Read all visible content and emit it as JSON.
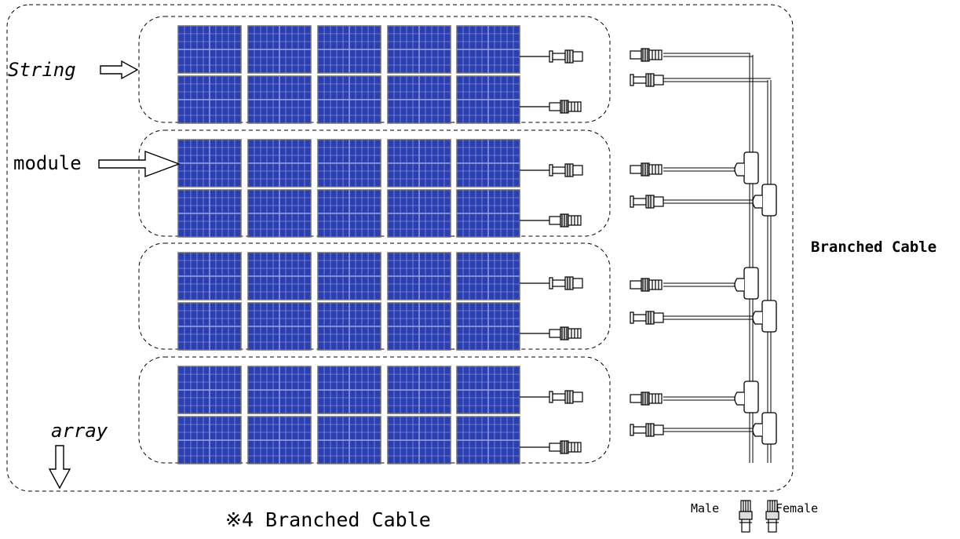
{
  "labels": {
    "string": "String",
    "module": "module",
    "array": "array",
    "branched_cable": "Branched Cable",
    "male": "Male",
    "female": "Female"
  },
  "caption": "※4 Branched Cable",
  "colors": {
    "panel_fill": "#2b3fb0",
    "panel_grid": "#c8d2ff",
    "panel_frame": "#6e6e6e",
    "outline": "#000000",
    "branched_label": "#ff0000",
    "background": "#ffffff"
  },
  "icons": {
    "arrow": "hollow-arrow-icon",
    "connector_male": "mc4-male-connector-icon",
    "connector_female": "mc4-female-connector-icon",
    "branch_junction": "t-branch-connector-icon"
  },
  "layout": {
    "string_count": 4,
    "rows_per_string": 2,
    "modules_per_row": 5
  }
}
